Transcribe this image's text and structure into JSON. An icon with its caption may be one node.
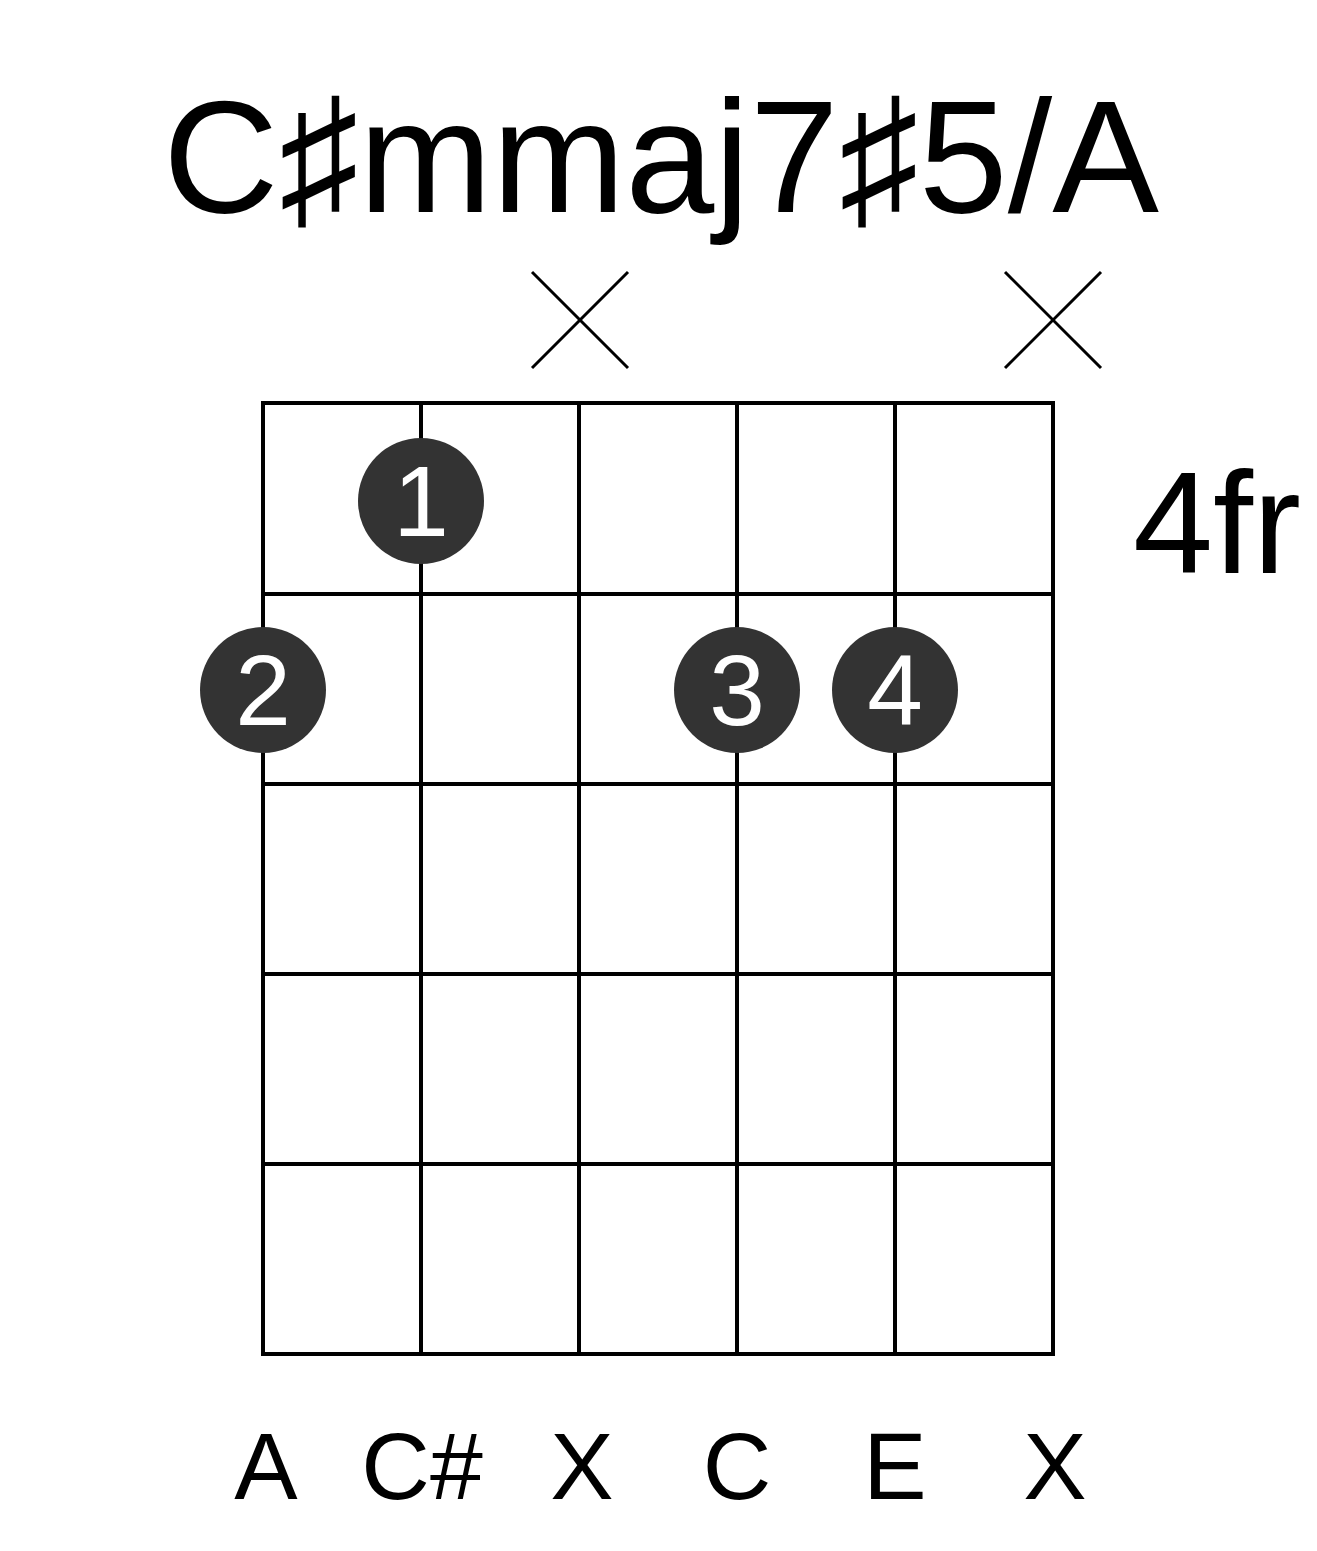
{
  "diagram": {
    "title": "C♯mmaj7♯5/A",
    "nodes": [
      {
        "text": [
          "1"
        ]
      },
      {
        "text": [
          "2"
        ]
      },
      {
        "text": [
          "3"
        ]
      },
      {
        "text": [
          "4"
        ]
      }
    ],
    "labels": [
      "4fr",
      "A",
      "C#",
      "X",
      "C",
      "E",
      "X"
    ]
  }
}
